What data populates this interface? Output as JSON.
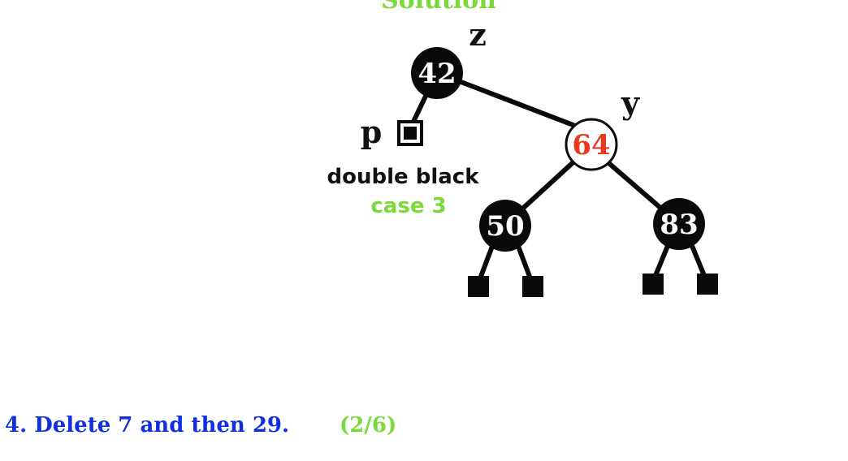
{
  "slide": {
    "title": "Solution",
    "footer": {
      "question": "4. Delete 7 and then 29.",
      "progress": "(2/6)"
    }
  },
  "colors": {
    "black_node": "#0a0a0a",
    "red_node_text": "#e8381f",
    "green_accent": "#7cd93c",
    "blue_text": "#1030e0",
    "edge": "#0a0a0a"
  },
  "tree": {
    "nodes": [
      {
        "id": "n42",
        "value": "42",
        "color": "black"
      },
      {
        "id": "n64",
        "value": "64",
        "color": "red"
      },
      {
        "id": "n50",
        "value": "50",
        "color": "black"
      },
      {
        "id": "n83",
        "value": "83",
        "color": "black"
      }
    ],
    "leaves": [
      "p",
      "50-left",
      "50-right",
      "83-left",
      "83-right"
    ],
    "labels": {
      "z": "z",
      "y": "y",
      "p": "p"
    },
    "annotations": {
      "double_black": "double black",
      "case": "case 3"
    }
  }
}
